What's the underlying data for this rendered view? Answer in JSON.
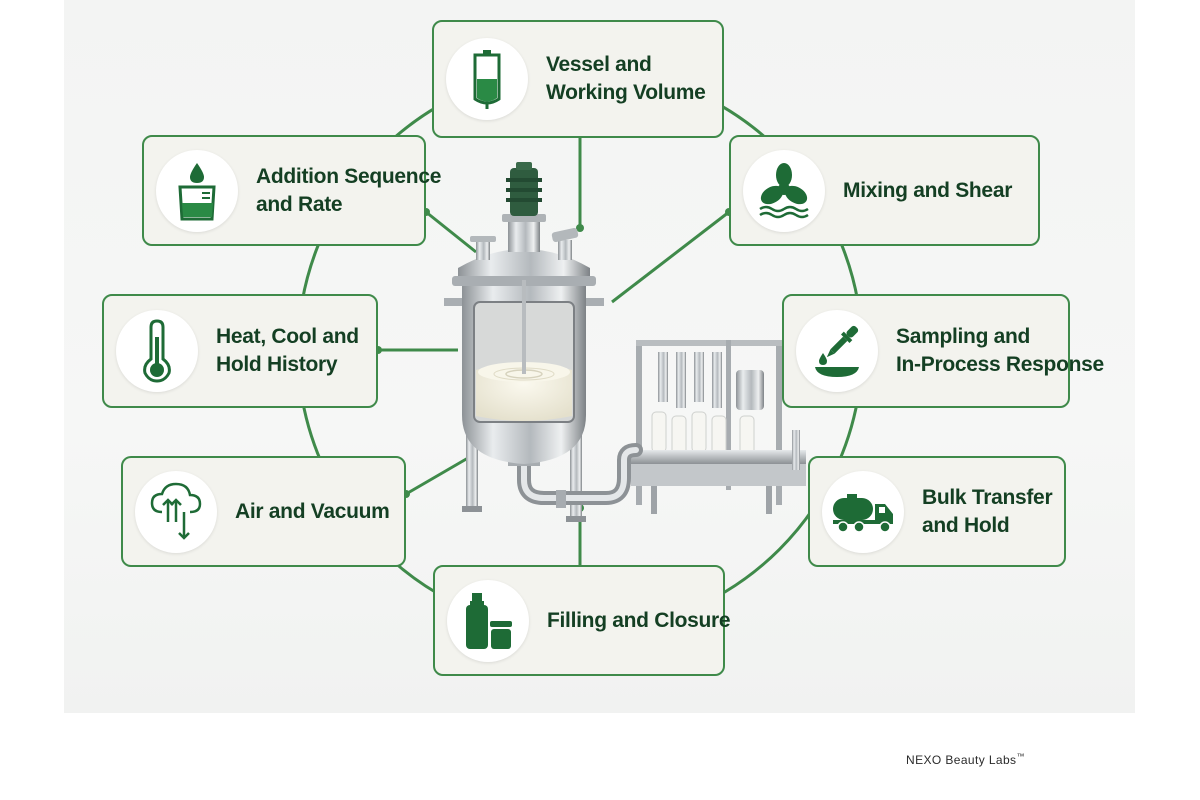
{
  "brand": {
    "name": "NEXO Beauty Labs",
    "trademark": "™"
  },
  "colors": {
    "ring": "#3f8a4a",
    "icon": "#1e6b36",
    "text": "#143f23",
    "card": "#f3f3ee"
  },
  "cards": [
    {
      "id": "vessel",
      "icon": "vessel-icon",
      "lines": [
        "Vessel and",
        "Working Volume"
      ]
    },
    {
      "id": "addition",
      "icon": "beaker-drop-icon",
      "lines": [
        "Addition Sequence",
        "and Rate"
      ]
    },
    {
      "id": "mixing",
      "icon": "propeller-icon",
      "lines": [
        "Mixing and Shear"
      ]
    },
    {
      "id": "heat",
      "icon": "thermometer-icon",
      "lines": [
        "Heat, Cool and",
        "Hold History"
      ]
    },
    {
      "id": "sampling",
      "icon": "dropper-icon",
      "lines": [
        "Sampling and",
        "In-Process Response"
      ]
    },
    {
      "id": "air",
      "icon": "cloud-arrows-icon",
      "lines": [
        "Air and Vacuum"
      ]
    },
    {
      "id": "bulk",
      "icon": "tanker-truck-icon",
      "lines": [
        "Bulk Transfer",
        "and Hold"
      ]
    },
    {
      "id": "filling",
      "icon": "bottle-jar-icon",
      "lines": [
        "Filling and Closure"
      ]
    }
  ]
}
